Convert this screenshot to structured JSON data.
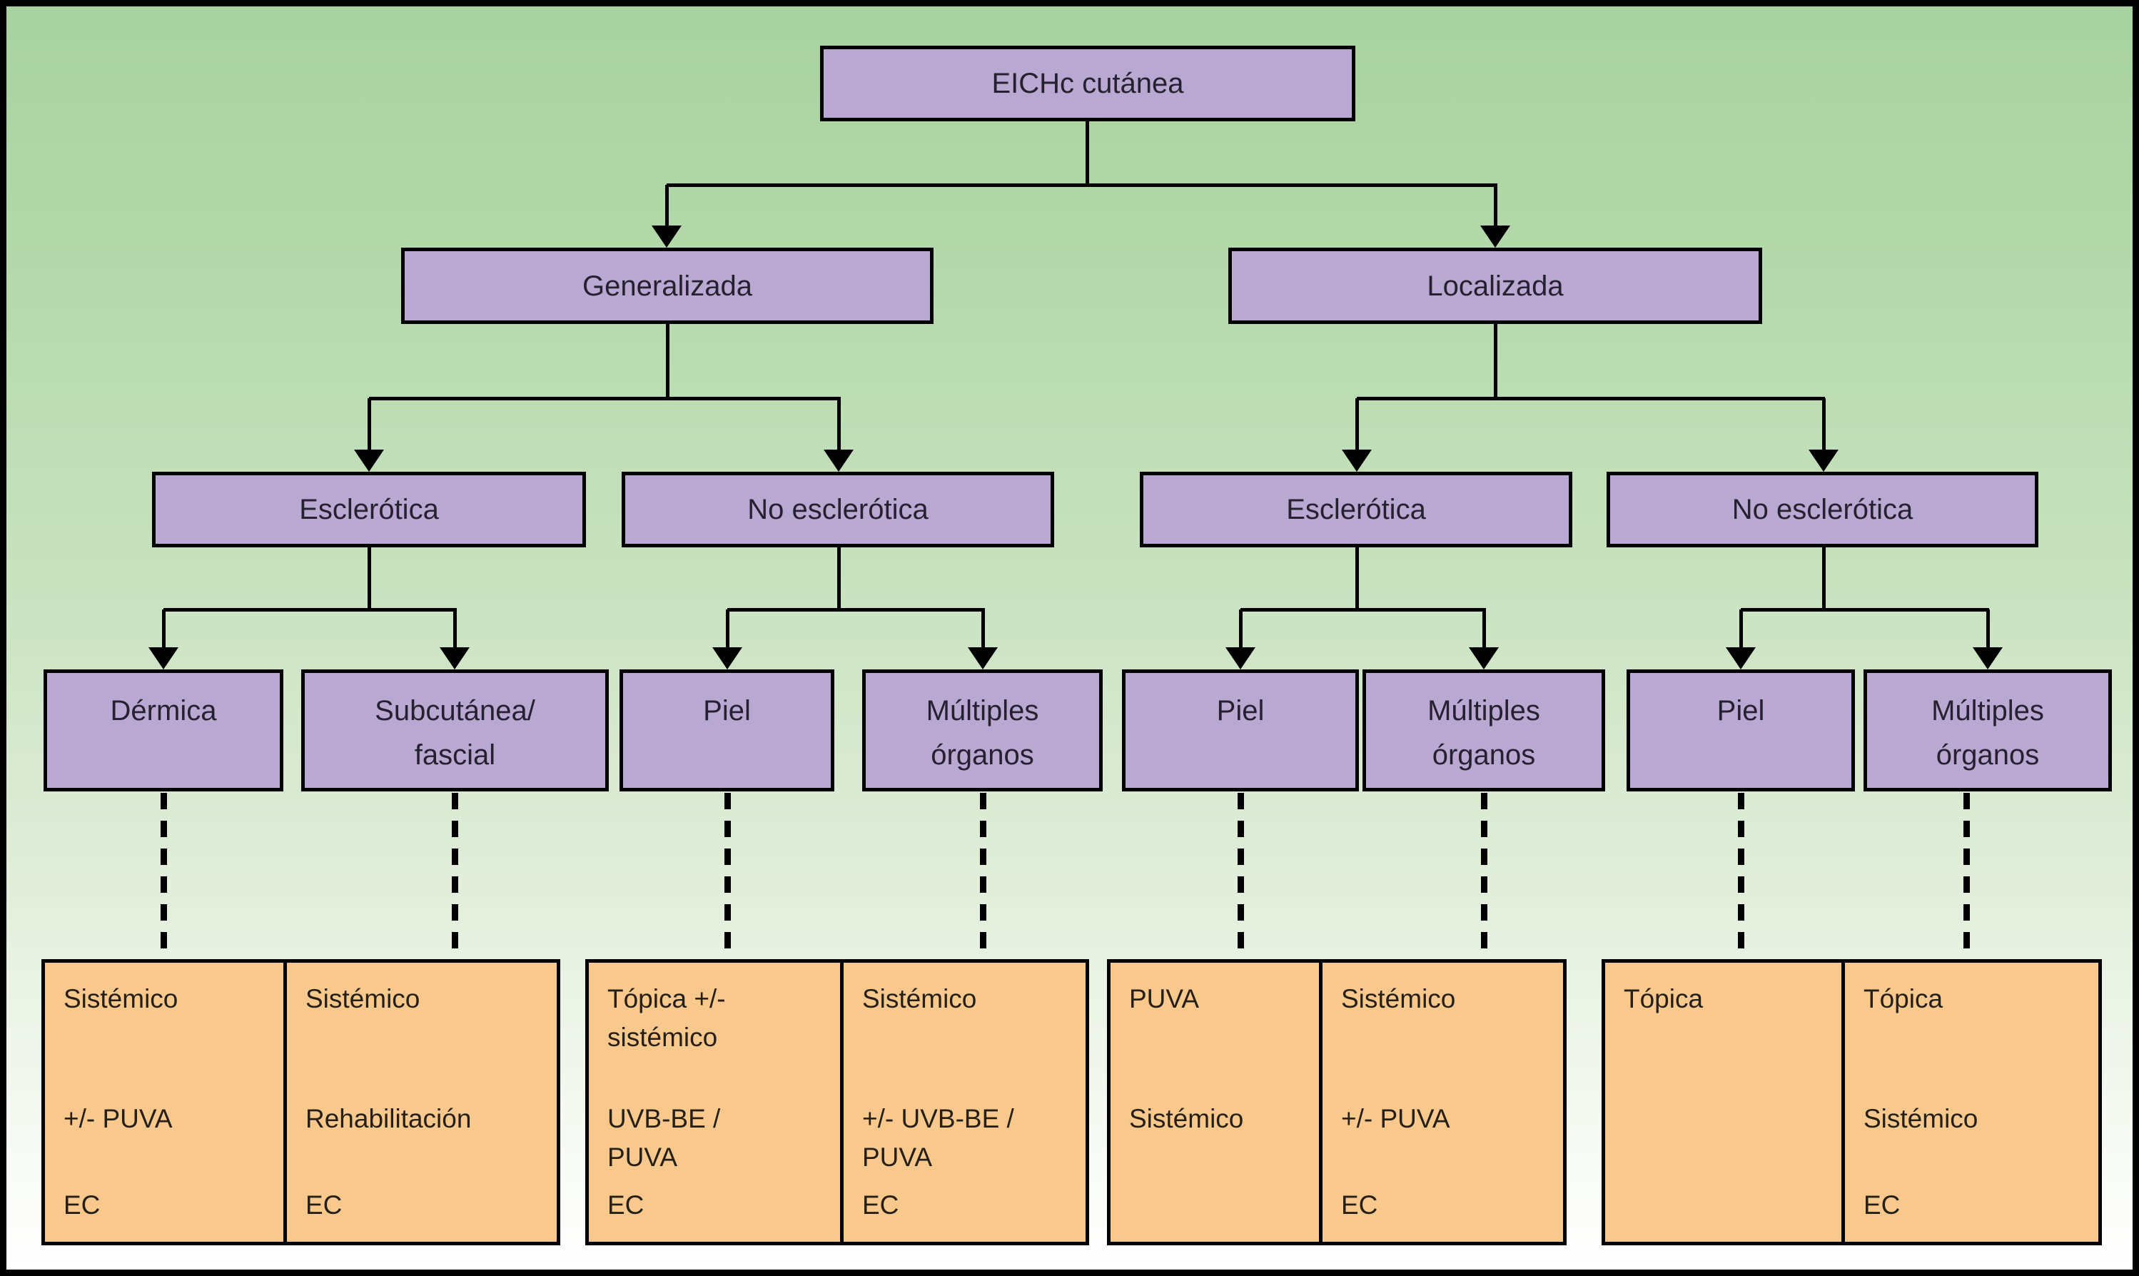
{
  "figure": {
    "language": "es",
    "root": {
      "label": "EICHc cutánea"
    },
    "level2": [
      {
        "label": "Generalizada"
      },
      {
        "label": "Localizada"
      }
    ],
    "level3": [
      {
        "label": "Esclerótica"
      },
      {
        "label": "No esclerótica"
      },
      {
        "label": "Esclerótica"
      },
      {
        "label": "No esclerótica"
      }
    ],
    "level4": [
      {
        "label": "Dérmica"
      },
      {
        "label": "Subcutánea/\nfascial"
      },
      {
        "label": "Piel"
      },
      {
        "label": "Múltiples\nórganos"
      },
      {
        "label": "Piel"
      },
      {
        "label": "Múltiples\nórganos"
      },
      {
        "label": "Piel"
      },
      {
        "label": "Múltiples\nórganos"
      }
    ],
    "treatments": [
      {
        "lines": [
          "Sistémico",
          "+/- PUVA",
          "EC"
        ]
      },
      {
        "lines": [
          "Sistémico",
          "Rehabilitación",
          "EC"
        ]
      },
      {
        "lines": [
          "Tópica +/-\nsistémico",
          "UVB-BE /\nPUVA",
          "EC"
        ]
      },
      {
        "lines": [
          "Sistémico",
          "+/- UVB-BE /\nPUVA",
          "EC"
        ]
      },
      {
        "lines": [
          "PUVA",
          "Sistémico",
          ""
        ]
      },
      {
        "lines": [
          "Sistémico",
          "+/- PUVA",
          "EC"
        ]
      },
      {
        "lines": [
          "Tópica",
          "",
          ""
        ]
      },
      {
        "lines": [
          "Tópica",
          "Sistémico",
          "EC"
        ]
      }
    ]
  },
  "colors": {
    "node_fill": "#b9a9d2",
    "node_text": "#262130",
    "treatment_fill": "#f8c88c",
    "treatment_text": "#261f15",
    "line_color": "#000000",
    "background_top": "#a7d29f",
    "background_bottom": "#ffffff"
  }
}
